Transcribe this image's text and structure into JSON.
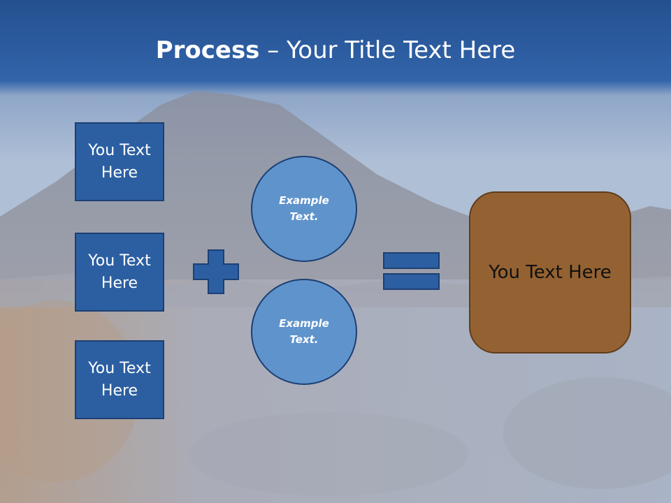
{
  "title": {
    "bold": "Process",
    "rest": " – Your Title Text Here"
  },
  "inputs": [
    {
      "label": "You Text Here"
    },
    {
      "label": "You Text Here"
    },
    {
      "label": "You Text Here"
    }
  ],
  "circles": [
    {
      "label": "Example Text."
    },
    {
      "label": "Example Text."
    }
  ],
  "result": {
    "label": "You Text Here"
  },
  "colors": {
    "title_band": "#2c5ea6",
    "box_fill": "#2c5fa2",
    "circle_fill": "#5f93cc",
    "result_fill": "#946232",
    "operator_fill": "#2c5fa2"
  },
  "icons": {
    "plus": "plus-icon",
    "equals": "equals-icon"
  }
}
